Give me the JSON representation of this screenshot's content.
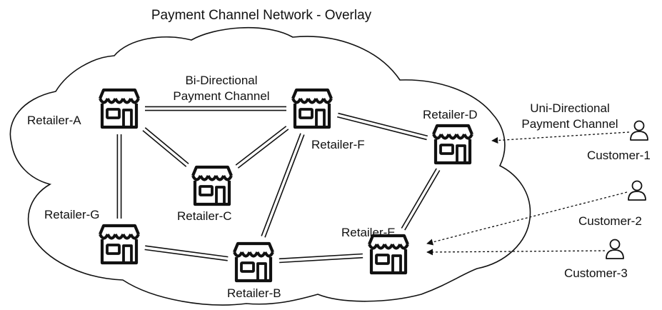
{
  "title": "Payment Channel Network - Overlay",
  "labels": {
    "bi_directional_line1": "Bi-Directional",
    "bi_directional_line2": "Payment Channel",
    "uni_directional_line1": "Uni-Directional",
    "uni_directional_line2": "Payment Channel"
  },
  "retailers": [
    {
      "id": "A",
      "label": "Retailer-A"
    },
    {
      "id": "B",
      "label": "Retailer-B"
    },
    {
      "id": "C",
      "label": "Retailer-C"
    },
    {
      "id": "D",
      "label": "Retailer-D"
    },
    {
      "id": "E",
      "label": "Retailer-E"
    },
    {
      "id": "F",
      "label": "Retailer-F"
    },
    {
      "id": "G",
      "label": "Retailer-G"
    }
  ],
  "customers": [
    {
      "id": "1",
      "label": "Customer-1"
    },
    {
      "id": "2",
      "label": "Customer-2"
    },
    {
      "id": "3",
      "label": "Customer-3"
    }
  ],
  "bidirectional_channels": [
    [
      "A",
      "F"
    ],
    [
      "A",
      "C"
    ],
    [
      "A",
      "G"
    ],
    [
      "F",
      "C"
    ],
    [
      "F",
      "D"
    ],
    [
      "F",
      "B"
    ],
    [
      "G",
      "B"
    ],
    [
      "B",
      "E"
    ],
    [
      "D",
      "E"
    ]
  ],
  "unidirectional_channels": [
    {
      "from": "1",
      "to": "D"
    },
    {
      "from": "2",
      "to": "E"
    },
    {
      "from": "3",
      "to": "E"
    }
  ],
  "icons": {
    "store": "store-icon",
    "customer": "person-icon"
  },
  "colors": {
    "stroke": "#111111",
    "background": "#ffffff"
  }
}
